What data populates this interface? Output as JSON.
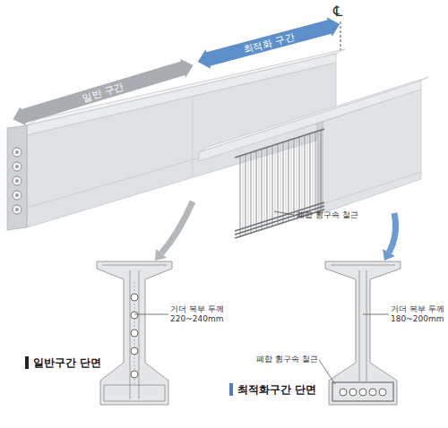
{
  "diagram": {
    "nodes": [
      {
        "text": [
          "일반 구간"
        ]
      },
      {
        "text": [
          "최적화 구간"
        ]
      }
    ],
    "labels": [
      "℄",
      "폐합 횡구속 철근",
      "거더 복부 두께 220~240mm",
      "거더 복부 두께 180~200mm",
      "폐합 횡구속 철근",
      "일반구간 단면",
      "최적화구간 단면"
    ]
  }
}
